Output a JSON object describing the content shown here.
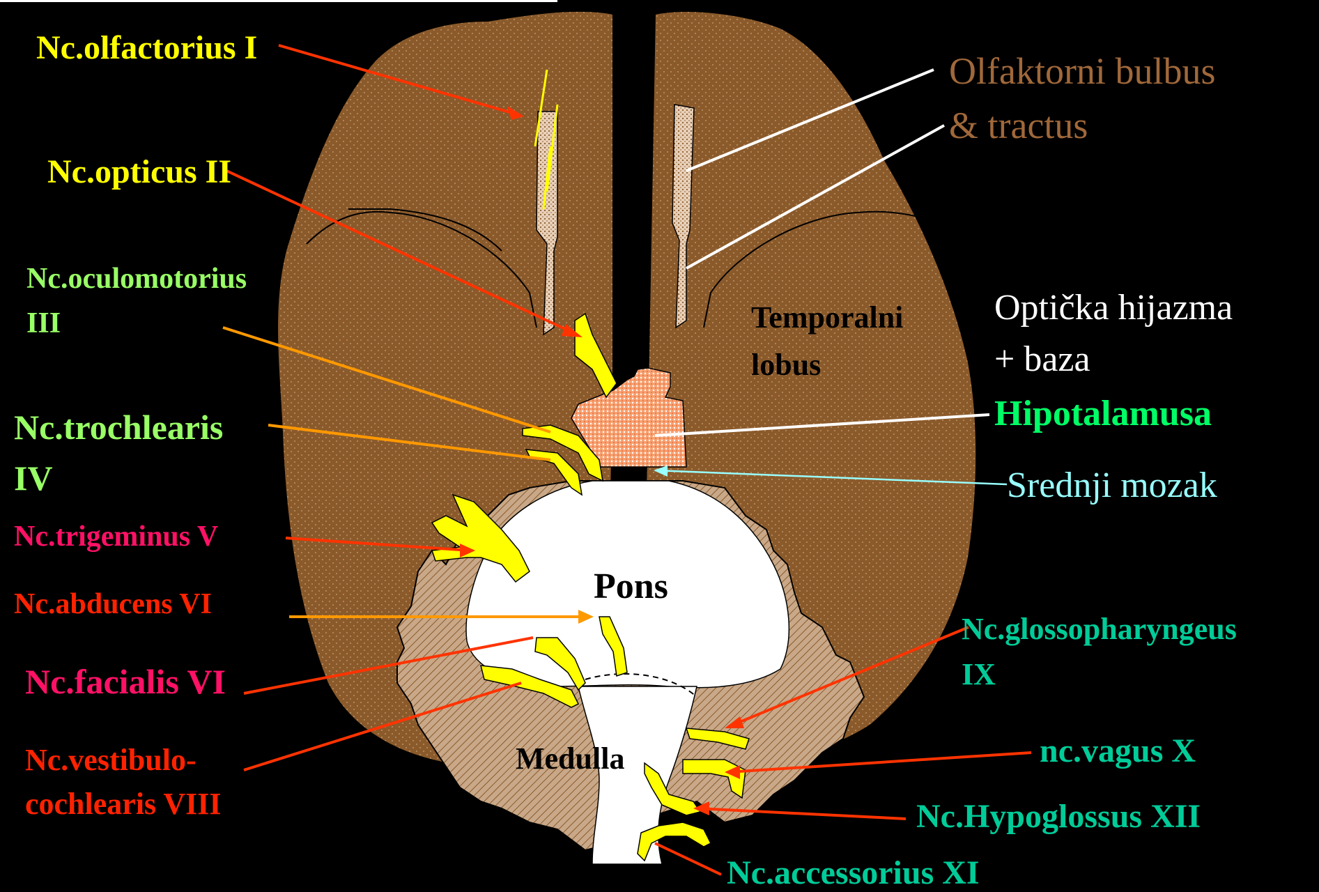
{
  "colors": {
    "background": "#000000",
    "brain": "#8B5A2B",
    "cerebellum": "#C8A888",
    "brainstem": "#FFFFFF",
    "nerve": "#FFFF00",
    "hypothalamus": "#F08050",
    "bulb": "#D8B898",
    "yellow_label": "#FFFF00",
    "green_label": "#99FF66",
    "red_label": "#FF2200",
    "pink_label": "#FF1166",
    "teal_label": "#00CC99",
    "olfactory_label": "#A0683A",
    "bright_green": "#00FF66",
    "cyan_line": "#99FFFF"
  },
  "labels": {
    "olfactorius": "Nc.olfactorius  I",
    "opticus": "Nc.opticus  II",
    "oculomotorius_1": "Nc.oculomotorius",
    "oculomotorius_2": "III",
    "trochlearis_1": "Nc.trochlearis",
    "trochlearis_2": "IV",
    "trigeminus": "Nc.trigeminus  V",
    "abducens": "Nc.abducens  VI",
    "facialis": "Nc.facialis  VI",
    "vestibulo_1": "Nc.vestibulo-",
    "vestibulo_2": "cochlearis  VIII",
    "olfaktorni_1": "Olfaktorni bulbus",
    "olfaktorni_2": "& tractus",
    "temporalni_1": "Temporalni",
    "temporalni_2": "lobus",
    "opticka_1": "Optička hijazma",
    "opticka_2": "+ baza",
    "hipotalamusa": "Hipotalamusa",
    "srednji": "Srednji mozak",
    "pons": "Pons",
    "medulla": "Medulla",
    "glosso_1": "Nc.glossopharyngeus",
    "glosso_2": "IX",
    "vagus": "nc.vagus  X",
    "hypoglossus": "Nc.Hypoglossus  XII",
    "accessorius": "Nc.accessorius   XI"
  }
}
